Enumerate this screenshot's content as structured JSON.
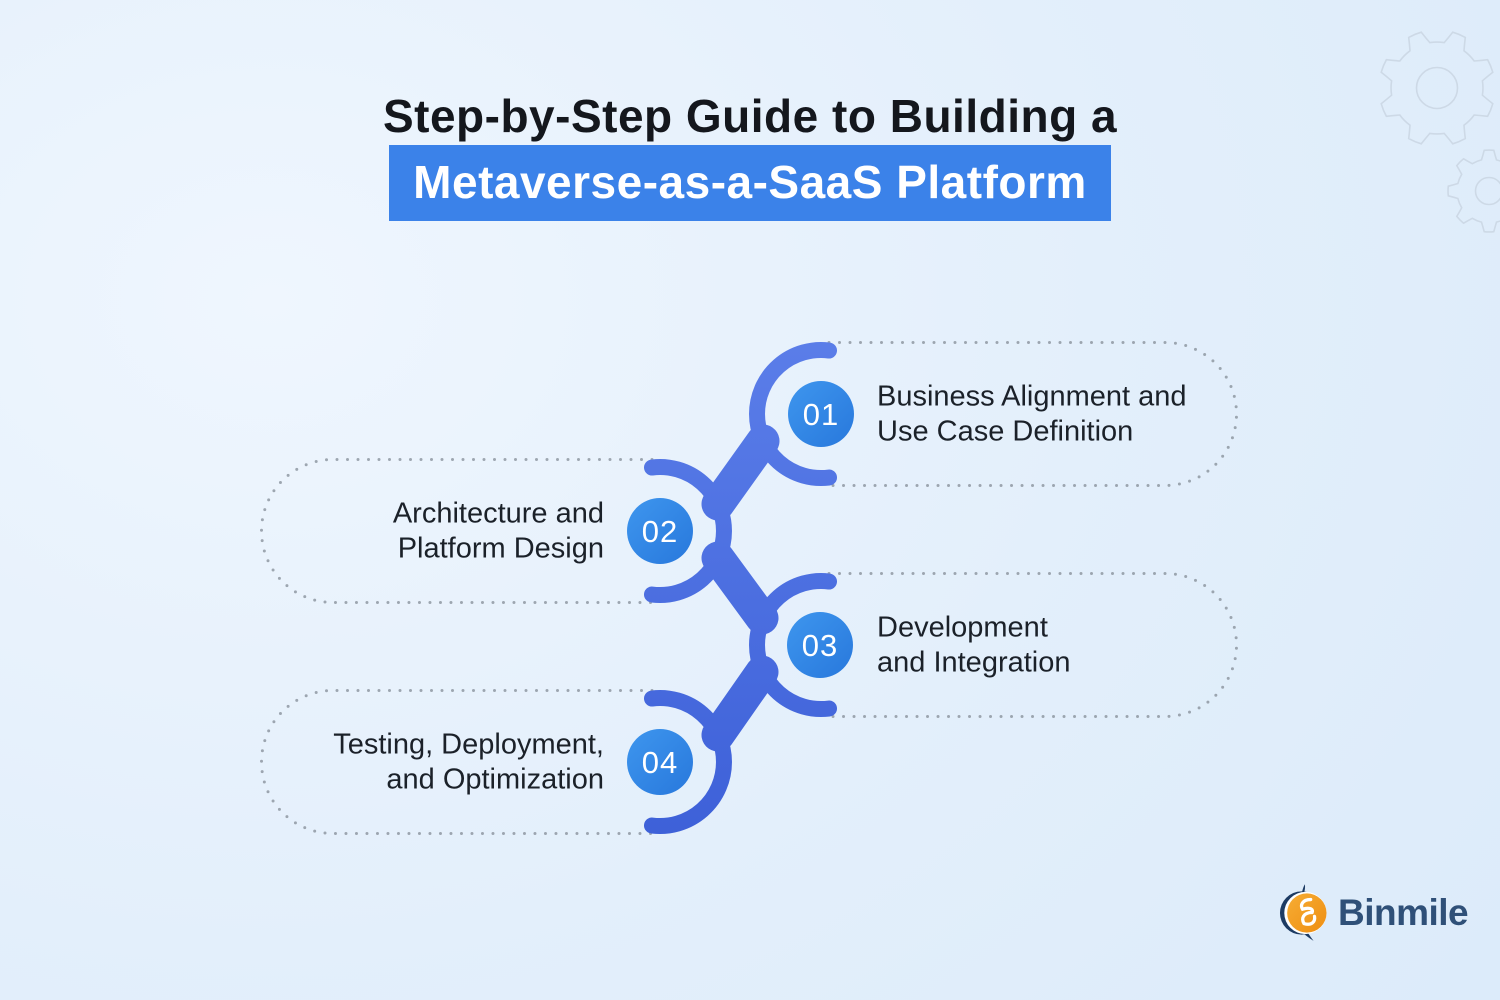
{
  "title": {
    "line1": "Step-by-Step Guide to Building a",
    "line2": "Metaverse-as-a-SaaS Platform"
  },
  "steps": [
    {
      "number": "01",
      "label": "Business Alignment and\nUse Case Definition",
      "side": "right"
    },
    {
      "number": "02",
      "label": "Architecture and\nPlatform Design",
      "side": "left"
    },
    {
      "number": "03",
      "label": "Development\nand Integration",
      "side": "right"
    },
    {
      "number": "04",
      "label": "Testing, Deployment,\nand Optimization",
      "side": "left"
    }
  ],
  "brand": {
    "name": "Binmile"
  },
  "icons": {
    "decor_top_right": [
      "gear-icon",
      "gear-icon"
    ],
    "logo_icon": "binmile-orb-icon"
  },
  "colors": {
    "background": "#DEEDFB",
    "ribbon_blue": "#3B82E9",
    "step_circle_blue": "#2F86E4",
    "swoosh_blue": "#4A6FDF",
    "title_text": "#14171D",
    "step_text": "#1B2129",
    "dotted_outline": "#8A929C",
    "gear_outline": "#CDD9E6",
    "logo_navy": "#1D3B63",
    "logo_orange": "#F29C1F",
    "logo_text_navy": "#2F5078"
  }
}
